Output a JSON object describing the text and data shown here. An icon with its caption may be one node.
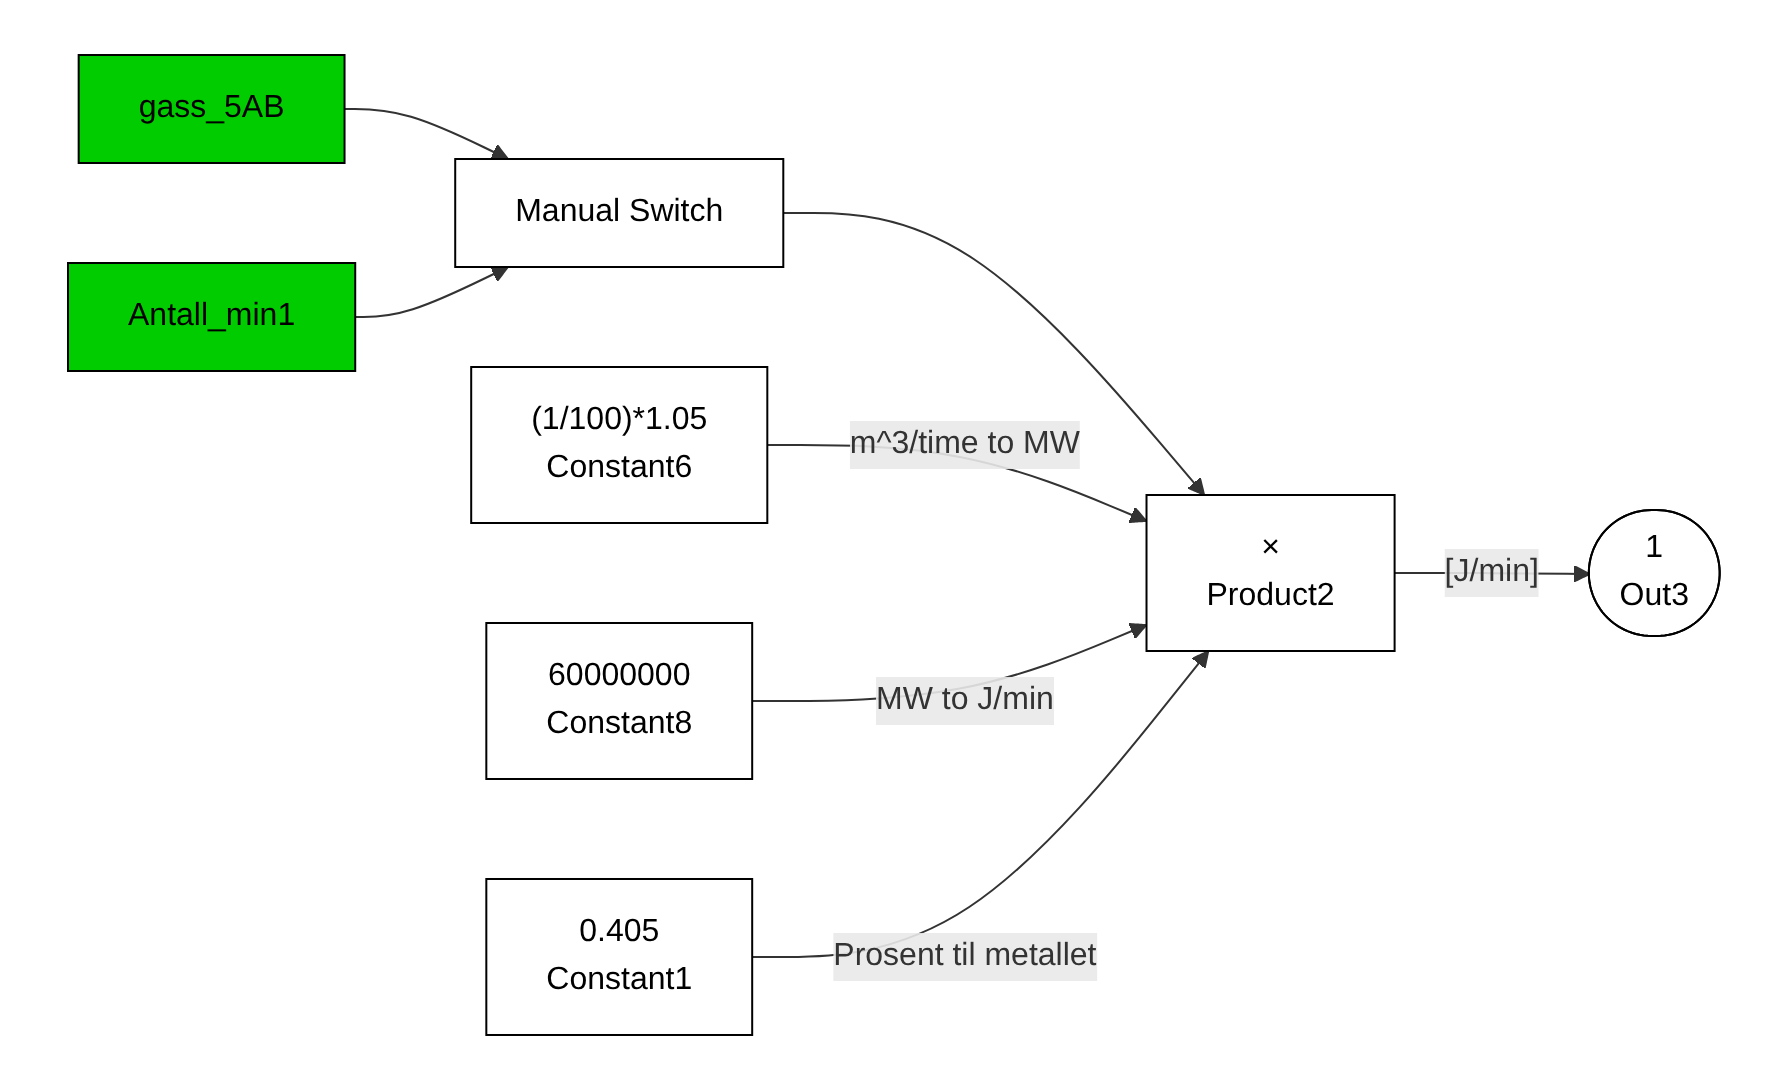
{
  "diagram": {
    "nodes": [
      {
        "text": [
          "gass_5AB"
        ]
      },
      {
        "text": [
          "Antall_min1"
        ]
      },
      {
        "text": [
          "Manual Switch"
        ]
      },
      {
        "text": [
          "(1/100)*1.05",
          "Constant6"
        ]
      },
      {
        "text": [
          "60000000",
          "Constant8"
        ]
      },
      {
        "text": [
          "0.405",
          "Constant1"
        ]
      },
      {
        "text": [
          "×",
          "Product2"
        ]
      },
      {
        "text": [
          "1",
          "Out3"
        ]
      }
    ],
    "edges": [
      {
        "from": 0,
        "to": 2,
        "arrow": "to"
      },
      {
        "from": 1,
        "to": 2,
        "arrow": "to"
      },
      {
        "from": 2,
        "to": 6,
        "arrow": "to"
      },
      {
        "from": 3,
        "to": 6,
        "arrow": "to",
        "label": "m^3/time to MW"
      },
      {
        "from": 4,
        "to": 6,
        "arrow": "to",
        "label": "MW to J/min"
      },
      {
        "from": 5,
        "to": 6,
        "arrow": "to",
        "label": "Prosent til metallet"
      },
      {
        "from": 6,
        "to": 7,
        "arrow": "to",
        "label": "[J/min]"
      }
    ]
  }
}
